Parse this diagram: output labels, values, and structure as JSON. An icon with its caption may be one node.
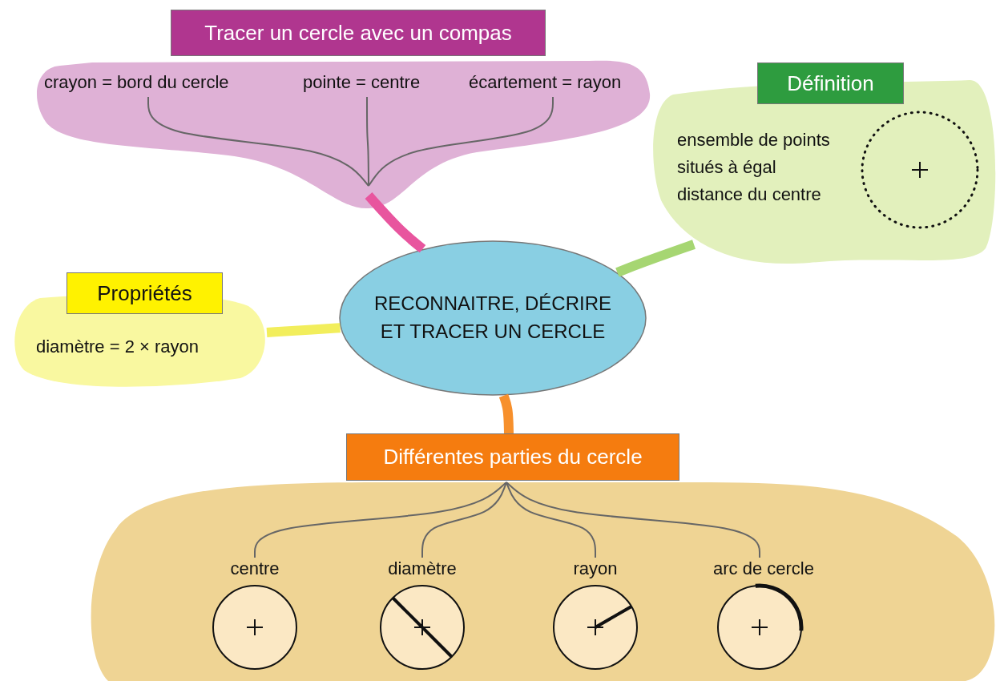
{
  "diagram": {
    "nodes": [
      {
        "text": [
          "RECONNAITRE, DÉCRIRE ET TRACER UN CERCLE"
        ]
      },
      {
        "text": [
          "Tracer un cercle avec un compas"
        ]
      },
      {
        "text": [
          "crayon = bord du cercle"
        ],
        "in": 1
      },
      {
        "text": [
          "pointe = centre"
        ],
        "in": 1
      },
      {
        "text": [
          "écartement = rayon"
        ],
        "in": 1
      },
      {
        "text": [
          "Définition",
          "ensemble de points situés à égal distance du centre"
        ]
      },
      {
        "text": [
          "Propriétés",
          "diamètre = 2 × rayon"
        ]
      },
      {
        "text": [
          "Différentes parties du cercle"
        ]
      },
      {
        "text": [
          "centre"
        ],
        "in": 7
      },
      {
        "text": [
          "diamètre"
        ],
        "in": 7
      },
      {
        "text": [
          "rayon"
        ],
        "in": 7
      },
      {
        "text": [
          "arc de cercle"
        ],
        "in": 7
      }
    ],
    "edges": [
      {
        "from": 0,
        "to": 1,
        "arrow": "none",
        "style": "thick",
        "color": "#e8559e"
      },
      {
        "from": 1,
        "to": 2,
        "arrow": "none"
      },
      {
        "from": 1,
        "to": 3,
        "arrow": "none"
      },
      {
        "from": 1,
        "to": 4,
        "arrow": "none"
      },
      {
        "from": 0,
        "to": 5,
        "arrow": "none",
        "style": "thick",
        "color": "#a6d672"
      },
      {
        "from": 0,
        "to": 6,
        "arrow": "none",
        "style": "thick",
        "color": "#f2ee5c"
      },
      {
        "from": 0,
        "to": 7,
        "arrow": "none",
        "style": "thick",
        "color": "#f7902c"
      },
      {
        "from": 7,
        "to": 8,
        "arrow": "none"
      },
      {
        "from": 7,
        "to": 9,
        "arrow": "none"
      },
      {
        "from": 7,
        "to": 10,
        "arrow": "none"
      },
      {
        "from": 7,
        "to": 11,
        "arrow": "none"
      }
    ]
  }
}
